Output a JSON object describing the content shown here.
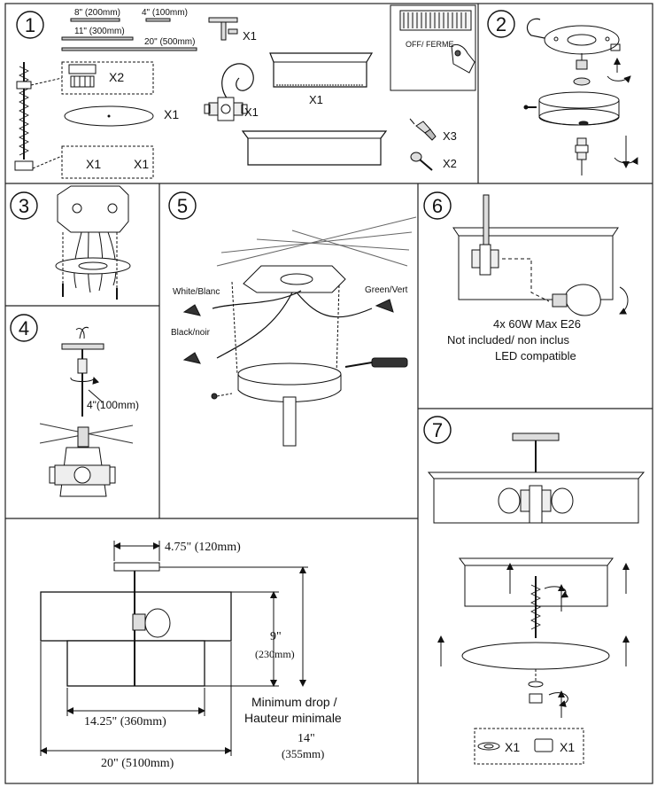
{
  "steps": {
    "s1": "1",
    "s2": "2",
    "s3": "3",
    "s4": "4",
    "s5": "5",
    "s6": "6",
    "s7": "7"
  },
  "step1": {
    "rod_8": "8\" (200mm)",
    "rod_4": "4\" (100mm)",
    "rod_11": "11\" (300mm)",
    "rod_20": "20\" (500mm)",
    "qty_tee": "X1",
    "qty_nuts": "X2",
    "qty_diffuser": "X1",
    "qty_cluster": "X1",
    "qty_shade_top": "X1",
    "qty_connectors": "X3",
    "qty_screws": "X2",
    "qty_cap": "X1",
    "qty_finial": "X1",
    "breaker_label": "OFF/ FERME"
  },
  "step4": {
    "length": "4\"(100mm)"
  },
  "step5": {
    "white": "White/Blanc",
    "black": "Black/noir",
    "green": "Green/Vert"
  },
  "step6": {
    "line1": "4x 60W Max E26",
    "line2": "Not included/ non inclus",
    "line3": "LED compatible"
  },
  "step7": {
    "qty_washer": "X1",
    "qty_cap": "X1"
  },
  "dims": {
    "canopy": "4.75\" (120mm)",
    "height_in": "9\"",
    "height_mm": "(230mm)",
    "inner_width": "14.25\" (360mm)",
    "outer_width": "20\" (5100mm)",
    "min_drop_en": "Minimum drop /",
    "min_drop_fr": "Hauteur minimale",
    "min_drop_in": "14\"",
    "min_drop_mm": "(355mm)"
  }
}
